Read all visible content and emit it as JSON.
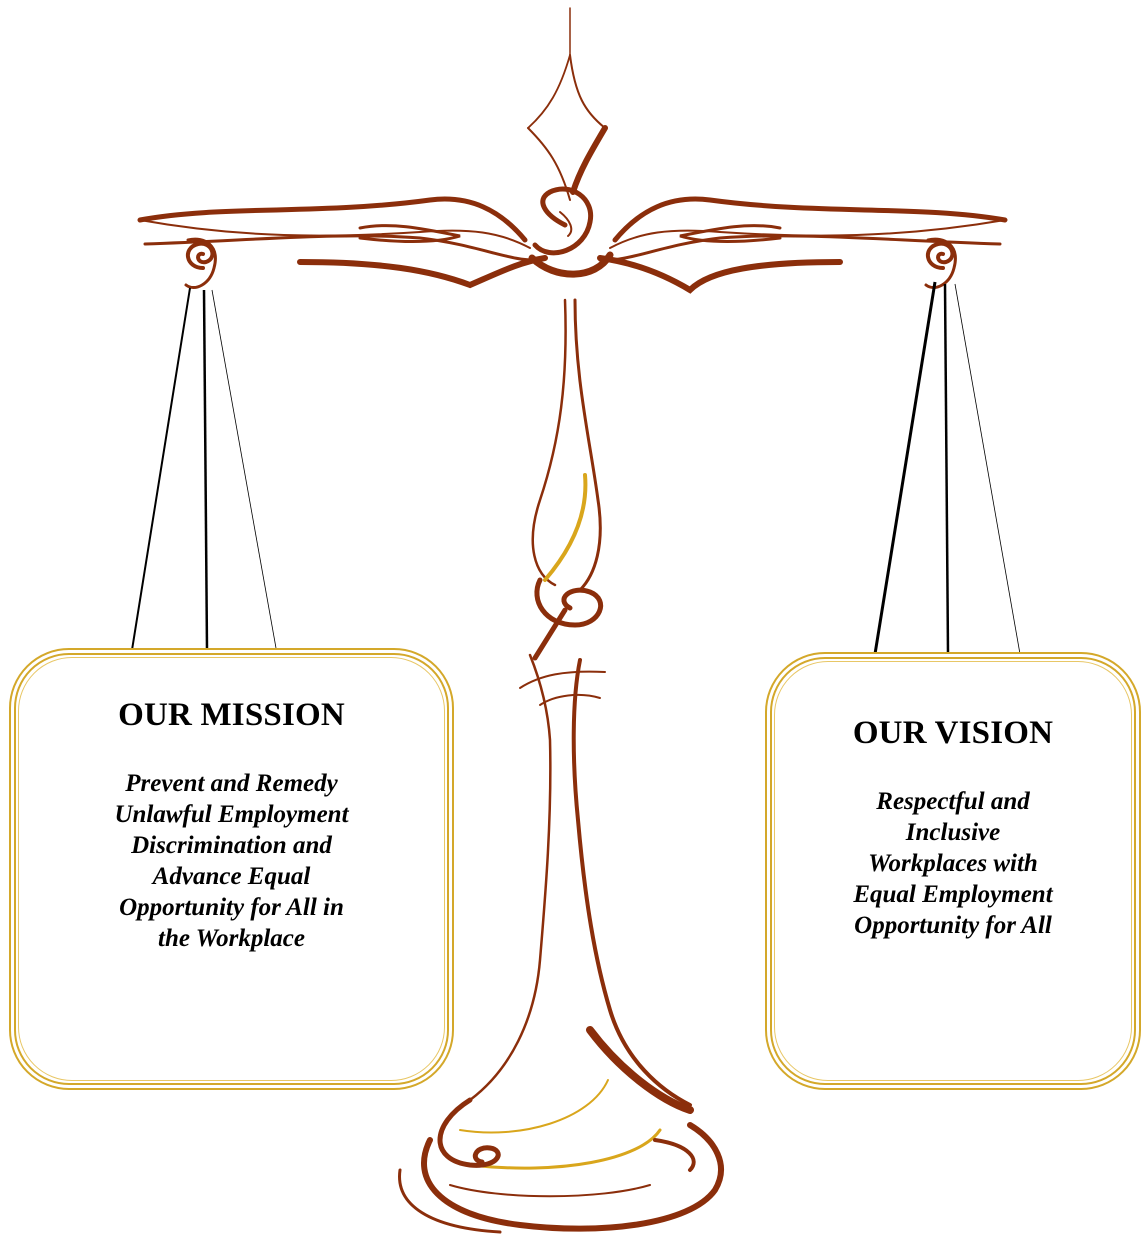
{
  "mission": {
    "title": "OUR MISSION",
    "text": "Prevent and Remedy\nUnlawful Employment\nDiscrimination and\nAdvance Equal\nOpportunity for All in\nthe Workplace"
  },
  "vision": {
    "title": "OUR VISION",
    "text": "Respectful and\nInclusive\nWorkplaces with\nEqual Employment\nOpportunity for All"
  },
  "colors": {
    "scale_brown": "#8b2e0b",
    "accent_gold": "#d4a82a",
    "string_black": "#000000"
  }
}
